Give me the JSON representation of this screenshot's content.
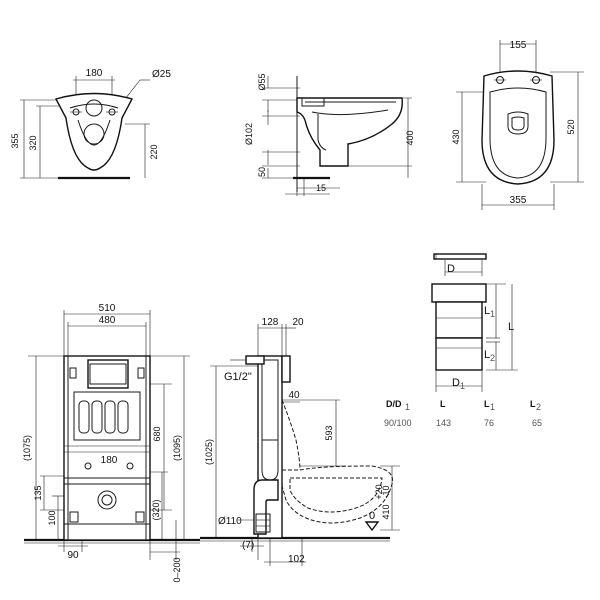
{
  "bowl_front": {
    "width_180": "180",
    "dia_25": "Ø25",
    "h_355": "355",
    "h_320": "320",
    "h_220": "220"
  },
  "bowl_side": {
    "d55": "Ø55",
    "d102": "Ø102",
    "h50": "50",
    "w15": "15",
    "h400": "400"
  },
  "bowl_top": {
    "w155": "155",
    "h430": "430",
    "h520": "520",
    "w355": "355"
  },
  "frame_front": {
    "w510": "510",
    "w480": "480",
    "h1075": "(1075)",
    "h680": "680",
    "h1095": "(1095)",
    "w180": "180",
    "h135": "135",
    "h100": "100",
    "h320": "(320)",
    "w90": "90",
    "adj": "0–200"
  },
  "frame_side": {
    "w128": "128",
    "w20": "20",
    "g12": "G1/2\"",
    "d40": "40",
    "h1025": "(1025)",
    "h593": "593",
    "d110": "Ø110",
    "w7": "(7)",
    "w102": "102",
    "h410": "410",
    "tol_plus": "+20",
    "tol_minus": "-10",
    "zero": "0"
  },
  "pipe": {
    "label_D": "D",
    "label_D1": "D",
    "sub_1": "1",
    "label_L": "L",
    "label_L1": "L",
    "label_L2": "L",
    "sub_2": "2"
  },
  "table": {
    "headers": [
      "D/D",
      "L",
      "L",
      "L"
    ],
    "header_subs": [
      "1",
      "",
      "1",
      "2"
    ],
    "row": [
      "90/100",
      "143",
      "76",
      "65"
    ]
  }
}
